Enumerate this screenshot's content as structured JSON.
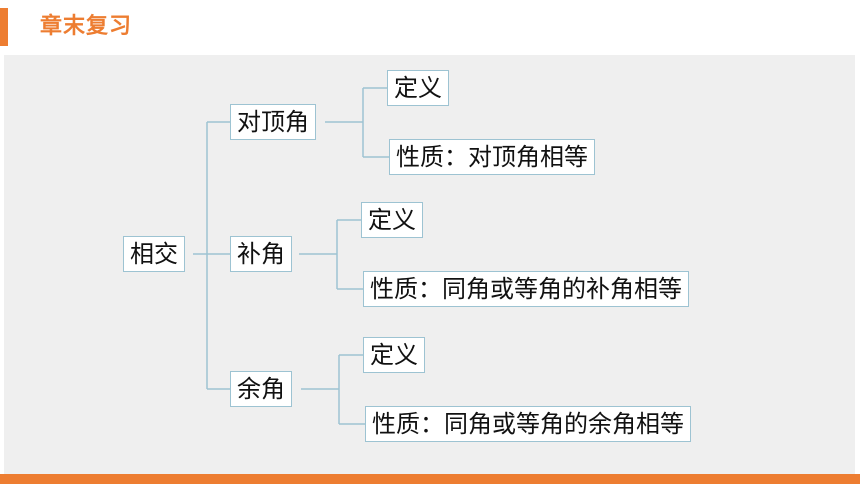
{
  "header": {
    "title": "章末复习"
  },
  "colors": {
    "accent": "#ed7d31",
    "connector": "#9dc3d2",
    "panel": "#efefef"
  },
  "diagram": {
    "root": "相交",
    "branches": [
      {
        "label": "对顶角",
        "children": [
          "定义",
          "性质：对顶角相等"
        ]
      },
      {
        "label": "补角",
        "children": [
          "定义",
          "性质：同角或等角的补角相等"
        ]
      },
      {
        "label": "余角",
        "children": [
          "定义",
          "性质：同角或等角的余角相等"
        ]
      }
    ]
  }
}
